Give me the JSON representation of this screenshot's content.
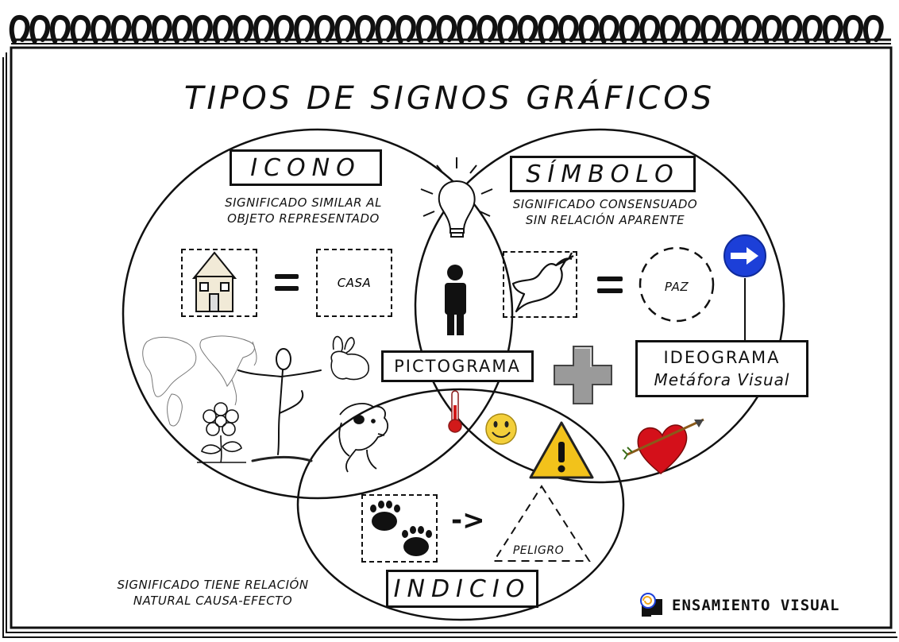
{
  "title": "TIPOS DE SIGNOS GRÁFICOS",
  "icono": {
    "label": "ICONO",
    "description_line1": "SIGNIFICADO SIMILAR AL",
    "description_line2": "OBJETO REPRESENTADO",
    "example_word": "CASA"
  },
  "simbolo": {
    "label": "SÍMBOLO",
    "description_line1": "SIGNIFICADO CONSENSUADO",
    "description_line2": "SIN RELACIÓN APARENTE",
    "example_word": "PAZ"
  },
  "pictograma": {
    "label": "PICTOGRAMA"
  },
  "ideograma": {
    "label_line1": "IDEOGRAMA",
    "label_line2": "Metáfora Visual"
  },
  "indicio": {
    "label": "INDICIO",
    "description_line1": "SIGNIFICADO TIENE RELACIÓN",
    "description_line2": "NATURAL CAUSA-EFECTO",
    "arrow": "->",
    "example_word": "PELIGRO"
  },
  "equals": "=",
  "brand": {
    "name": "ENSAMIENTO VISUAL"
  },
  "icons": [
    "lightbulb-icon",
    "person-icon",
    "house-icon",
    "dove-icon",
    "direction-sign-icon",
    "world-map-icon",
    "stick-figure-icon",
    "rabbit-icon",
    "flower-icon",
    "dog-icon",
    "thermometer-icon",
    "smiley-icon",
    "warning-icon",
    "heart-arrow-icon",
    "plus-icon",
    "paw-prints-icon"
  ],
  "colors": {
    "ink": "#111111",
    "sign_blue": "#1c3fd8",
    "heart_red": "#d4101a",
    "warning_yellow": "#f2c21b",
    "smiley_yellow": "#f3cf3a"
  }
}
